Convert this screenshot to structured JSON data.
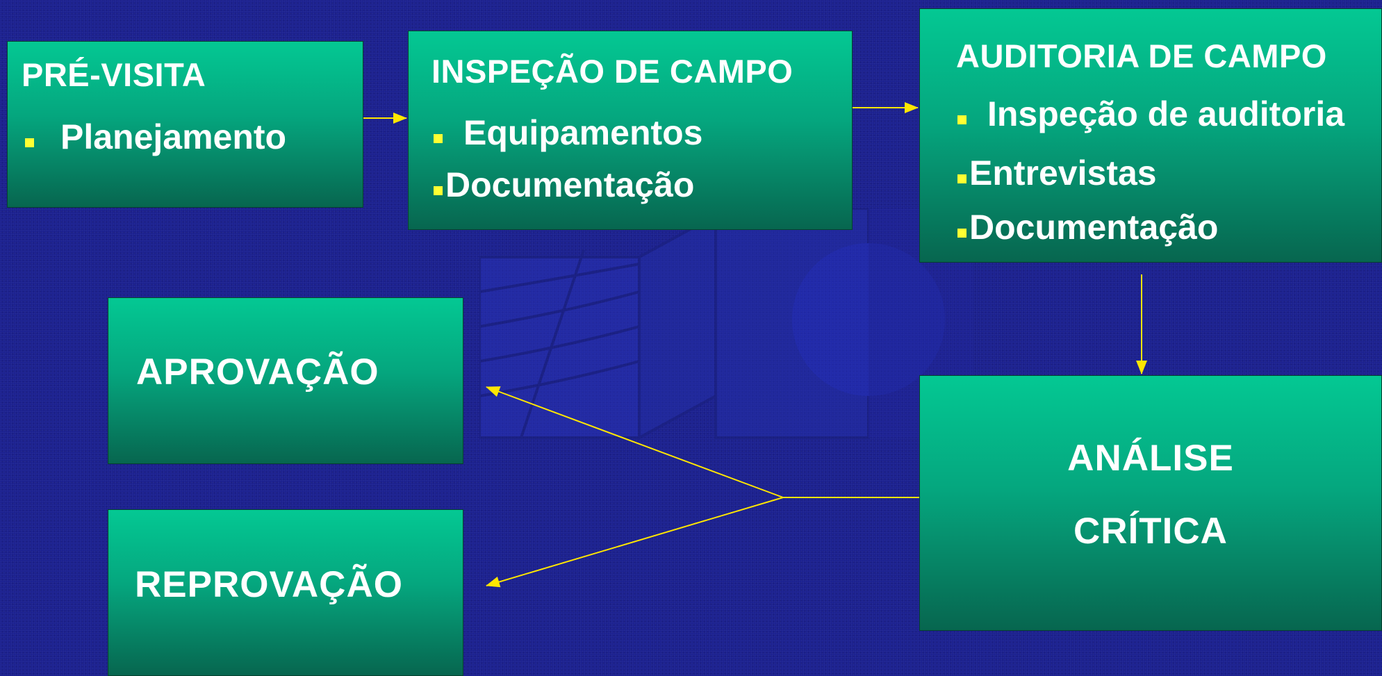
{
  "nodes": {
    "pre_visita": {
      "title": "PRÉ-VISITA",
      "items": [
        "Planejamento"
      ]
    },
    "inspecao": {
      "title": "INSPEÇÃO DE CAMPO",
      "items": [
        "Equipamentos",
        "Documentação"
      ]
    },
    "auditoria": {
      "title": "AUDITORIA  DE CAMPO",
      "items": [
        "Inspeção de auditoria",
        "Entrevistas",
        "Documentação"
      ]
    },
    "analise": {
      "line1": "ANÁLISE",
      "line2": "CRÍTICA"
    },
    "aprovacao": {
      "title": "APROVAÇÃO"
    },
    "reprovacao": {
      "title": "REPROVAÇÃO"
    }
  },
  "colors": {
    "background": "#1a1f8f",
    "box_top": "#04c893",
    "box_bottom": "#07664f",
    "text": "#ffffff",
    "bullet": "#ffff33",
    "arrow": "#ffe600"
  },
  "edges": [
    {
      "from": "pre_visita",
      "to": "inspecao"
    },
    {
      "from": "inspecao",
      "to": "auditoria"
    },
    {
      "from": "auditoria",
      "to": "analise"
    },
    {
      "from": "analise",
      "to": "aprovacao"
    },
    {
      "from": "analise",
      "to": "reprovacao"
    }
  ]
}
